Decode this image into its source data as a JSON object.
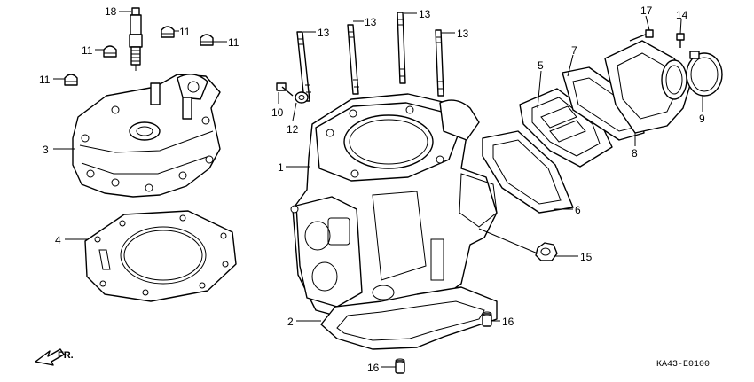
{
  "diagram": {
    "code": "KA43-E0100",
    "direction_label": "FR."
  },
  "callouts": [
    {
      "id": "18",
      "label": "18"
    },
    {
      "id": "11a",
      "label": "11"
    },
    {
      "id": "11b",
      "label": "11"
    },
    {
      "id": "11c",
      "label": "11"
    },
    {
      "id": "11d",
      "label": "11"
    },
    {
      "id": "3",
      "label": "3"
    },
    {
      "id": "4",
      "label": "4"
    },
    {
      "id": "13a",
      "label": "13"
    },
    {
      "id": "13b",
      "label": "13"
    },
    {
      "id": "13c",
      "label": "13"
    },
    {
      "id": "13d",
      "label": "13"
    },
    {
      "id": "10",
      "label": "10"
    },
    {
      "id": "12",
      "label": "12"
    },
    {
      "id": "1",
      "label": "1"
    },
    {
      "id": "2",
      "label": "2"
    },
    {
      "id": "16a",
      "label": "16"
    },
    {
      "id": "16b",
      "label": "16"
    },
    {
      "id": "15",
      "label": "15"
    },
    {
      "id": "6",
      "label": "6"
    },
    {
      "id": "5",
      "label": "5"
    },
    {
      "id": "7",
      "label": "7"
    },
    {
      "id": "8",
      "label": "8"
    },
    {
      "id": "9",
      "label": "9"
    },
    {
      "id": "17",
      "label": "17"
    },
    {
      "id": "14",
      "label": "14"
    }
  ]
}
